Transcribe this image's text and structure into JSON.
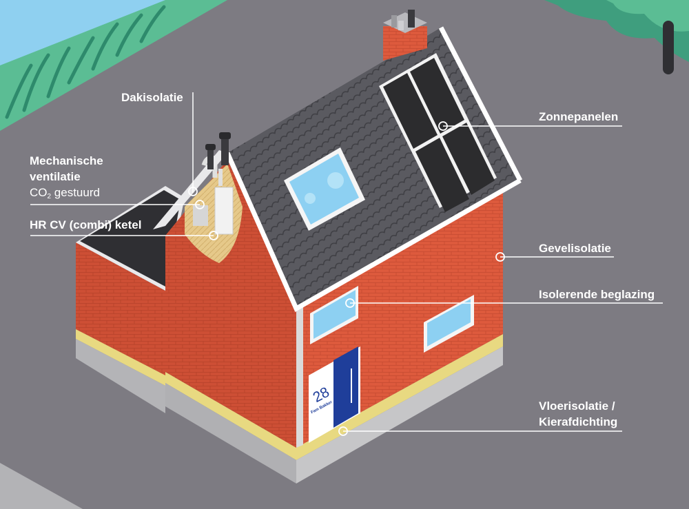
{
  "labels": {
    "dakisolatie": "Dakisolatie",
    "mechanische_line1": "Mechanische",
    "mechanische_line2": "ventilatie",
    "co2_prefix": "CO",
    "co2_subscript": "2",
    "co2_suffix": " gestuurd",
    "hr_cv": "HR CV (combi) ketel",
    "zonnepanelen": "Zonnepanelen",
    "gevelisolatie": "Gevelisolatie",
    "isolerende_beglazing": "Isolerende beglazing",
    "vloerisolatie_line1": "Vloerisolatie /",
    "vloerisolatie_line2": "Kierafdichting"
  },
  "door": {
    "house_number": "28",
    "name_plate": "Fam Bakker"
  },
  "colors": {
    "background": "#7d7b82",
    "brick": "#dd5a3d",
    "brick_shade": "#c9492f",
    "roof_tile": "#56565c",
    "solar_panel": "#2c2c2e",
    "window_glass": "#8dd0f2",
    "door": "#1f3e9a",
    "grass": "#5bbd94",
    "sky": "#8fd0f0",
    "insulation_yellow": "#e8d981",
    "label_text": "#ffffff"
  }
}
